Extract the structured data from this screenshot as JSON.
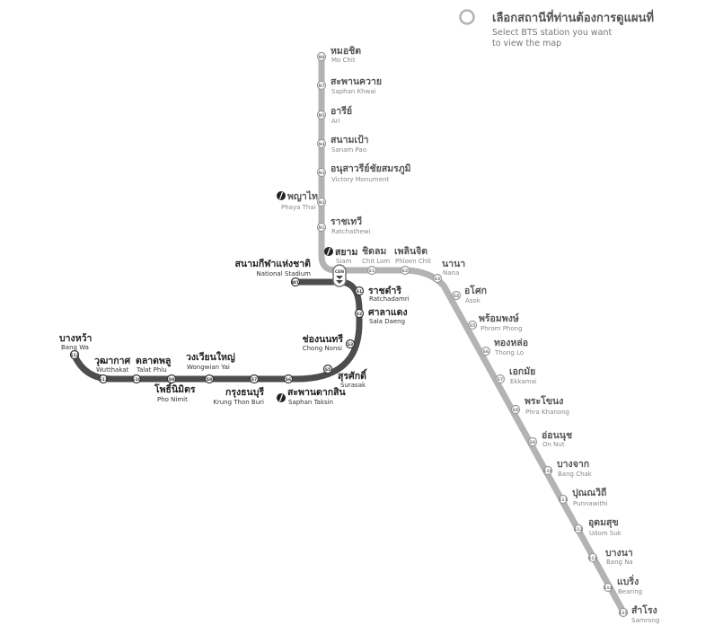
{
  "legend": {
    "th": "เลือกสถานีที่ท่านต้องการดูแผนที่",
    "en_line1": "Select BTS station you want",
    "en_line2": "to view the map"
  },
  "colors": {
    "sukhumvit_line": "#b3b3b3",
    "silom_line": "#4d4d4d",
    "sukhumvit_text": "#555555",
    "silom_text": "#222222"
  },
  "interchange_icon": "bts-interchange-icon",
  "stations": {
    "n8": {
      "code": "N8",
      "th": "หมอชิต",
      "en": "Mo Chit"
    },
    "n7": {
      "code": "N7",
      "th": "สะพานควาย",
      "en": "Saphan Khwai"
    },
    "n5": {
      "code": "N5",
      "th": "อารีย์",
      "en": "Ari"
    },
    "n4": {
      "code": "N4",
      "th": "สนามเป้า",
      "en": "Sanam Pao"
    },
    "n3": {
      "code": "N3",
      "th": "อนุสาวรีย์ชัยสมรภูมิ",
      "en": "Victory Monument"
    },
    "n2": {
      "code": "N2",
      "th": "พญาไท",
      "en": "Phaya Thai"
    },
    "n1": {
      "code": "N1",
      "th": "ราชเทวี",
      "en": "Ratchathewi"
    },
    "cen": {
      "code": "CEN",
      "th": "สยาม",
      "en": "Siam"
    },
    "e1": {
      "code": "E1",
      "th": "ชิดลม",
      "en": "Chit Lom"
    },
    "e2": {
      "code": "E2",
      "th": "เพลินจิต",
      "en": "Phloen Chit"
    },
    "e3": {
      "code": "E3",
      "th": "นานา",
      "en": "Nana"
    },
    "e4": {
      "code": "E4",
      "th": "อโศก",
      "en": "Asok"
    },
    "e5": {
      "code": "E5",
      "th": "พร้อมพงษ์",
      "en": "Phrom Phong"
    },
    "e6": {
      "code": "E6",
      "th": "ทองหล่อ",
      "en": "Thong Lo"
    },
    "e7": {
      "code": "E7",
      "th": "เอกมัย",
      "en": "Ekkamai"
    },
    "e8": {
      "code": "E8",
      "th": "พระโขนง",
      "en": "Phra Khanong"
    },
    "e9": {
      "code": "E9",
      "th": "อ่อนนุช",
      "en": "On Nut"
    },
    "e10": {
      "code": "E10",
      "th": "บางจาก",
      "en": "Bang Chak"
    },
    "e11": {
      "code": "E11",
      "th": "ปุณณวิถี",
      "en": "Punnawithi"
    },
    "e12": {
      "code": "E12",
      "th": "อุดมสุข",
      "en": "Udom Suk"
    },
    "e13": {
      "code": "E13",
      "th": "บางนา",
      "en": "Bang Na"
    },
    "e14": {
      "code": "E14",
      "th": "แบริ่ง",
      "en": "Bearing"
    },
    "e15": {
      "code": "E15",
      "th": "สำโรง",
      "en": "Samrong"
    },
    "w1": {
      "code": "W1",
      "th": "สนามกีฬาแห่งชาติ",
      "en": "National Stadium"
    },
    "s1": {
      "code": "S1",
      "th": "ราชดำริ",
      "en": "Ratchadamri"
    },
    "s2": {
      "code": "S2",
      "th": "ศาลาแดง",
      "en": "Sala Daeng"
    },
    "s3": {
      "code": "S3",
      "th": "ช่องนนทรี",
      "en": "Chong Nonsi"
    },
    "s5": {
      "code": "S5",
      "th": "สุรศักดิ์",
      "en": "Surasak"
    },
    "s6": {
      "code": "S6",
      "th": "สะพานตากสิน",
      "en": "Saphan Taksin"
    },
    "s7": {
      "code": "S7",
      "th": "กรุงธนบุรี",
      "en": "Krung Thon Buri"
    },
    "s8": {
      "code": "S8",
      "th": "วงเวียนใหญ่",
      "en": "Wongwian Yai"
    },
    "s9": {
      "code": "S9",
      "th": "โพธิ์นิมิตร",
      "en": "Pho Nimit"
    },
    "s10": {
      "code": "S10",
      "th": "ตลาดพลู",
      "en": "Talat Phlu"
    },
    "s11": {
      "code": "S11",
      "th": "วุฒากาศ",
      "en": "Wutthakat"
    },
    "s12": {
      "code": "S12",
      "th": "บางหว้า",
      "en": "Bang Wa"
    }
  }
}
